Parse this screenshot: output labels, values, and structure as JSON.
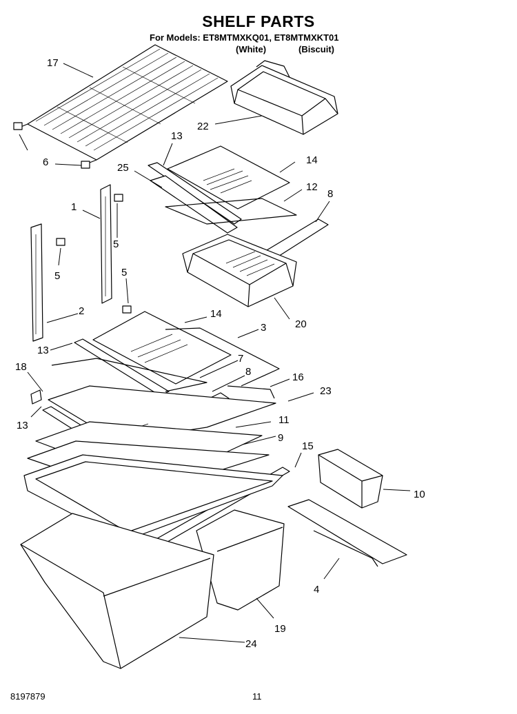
{
  "header": {
    "title": "SHELF PARTS",
    "models_line": "For Models: ET8MTMXKQ01, ET8MTMXKT01",
    "color_white": "(White)",
    "color_biscuit": "(Biscuit)"
  },
  "footer": {
    "doc_number": "8197879",
    "page_number": "11"
  },
  "callouts": {
    "c17": "17",
    "c6": "6",
    "c22": "22",
    "c13a": "13",
    "c14a": "14",
    "c25": "25",
    "c12": "12",
    "c8a": "8",
    "c1": "1",
    "c5a": "5",
    "c5b": "5",
    "c5c": "5",
    "c2": "2",
    "c20": "20",
    "c14b": "14",
    "c3": "3",
    "c13b": "13",
    "c7": "7",
    "c18": "18",
    "c8b": "8",
    "c16": "16",
    "c23": "23",
    "c13c": "13",
    "c11": "11",
    "c9": "9",
    "c15": "15",
    "c10": "10",
    "c4": "4",
    "c19": "19",
    "c24": "24"
  }
}
